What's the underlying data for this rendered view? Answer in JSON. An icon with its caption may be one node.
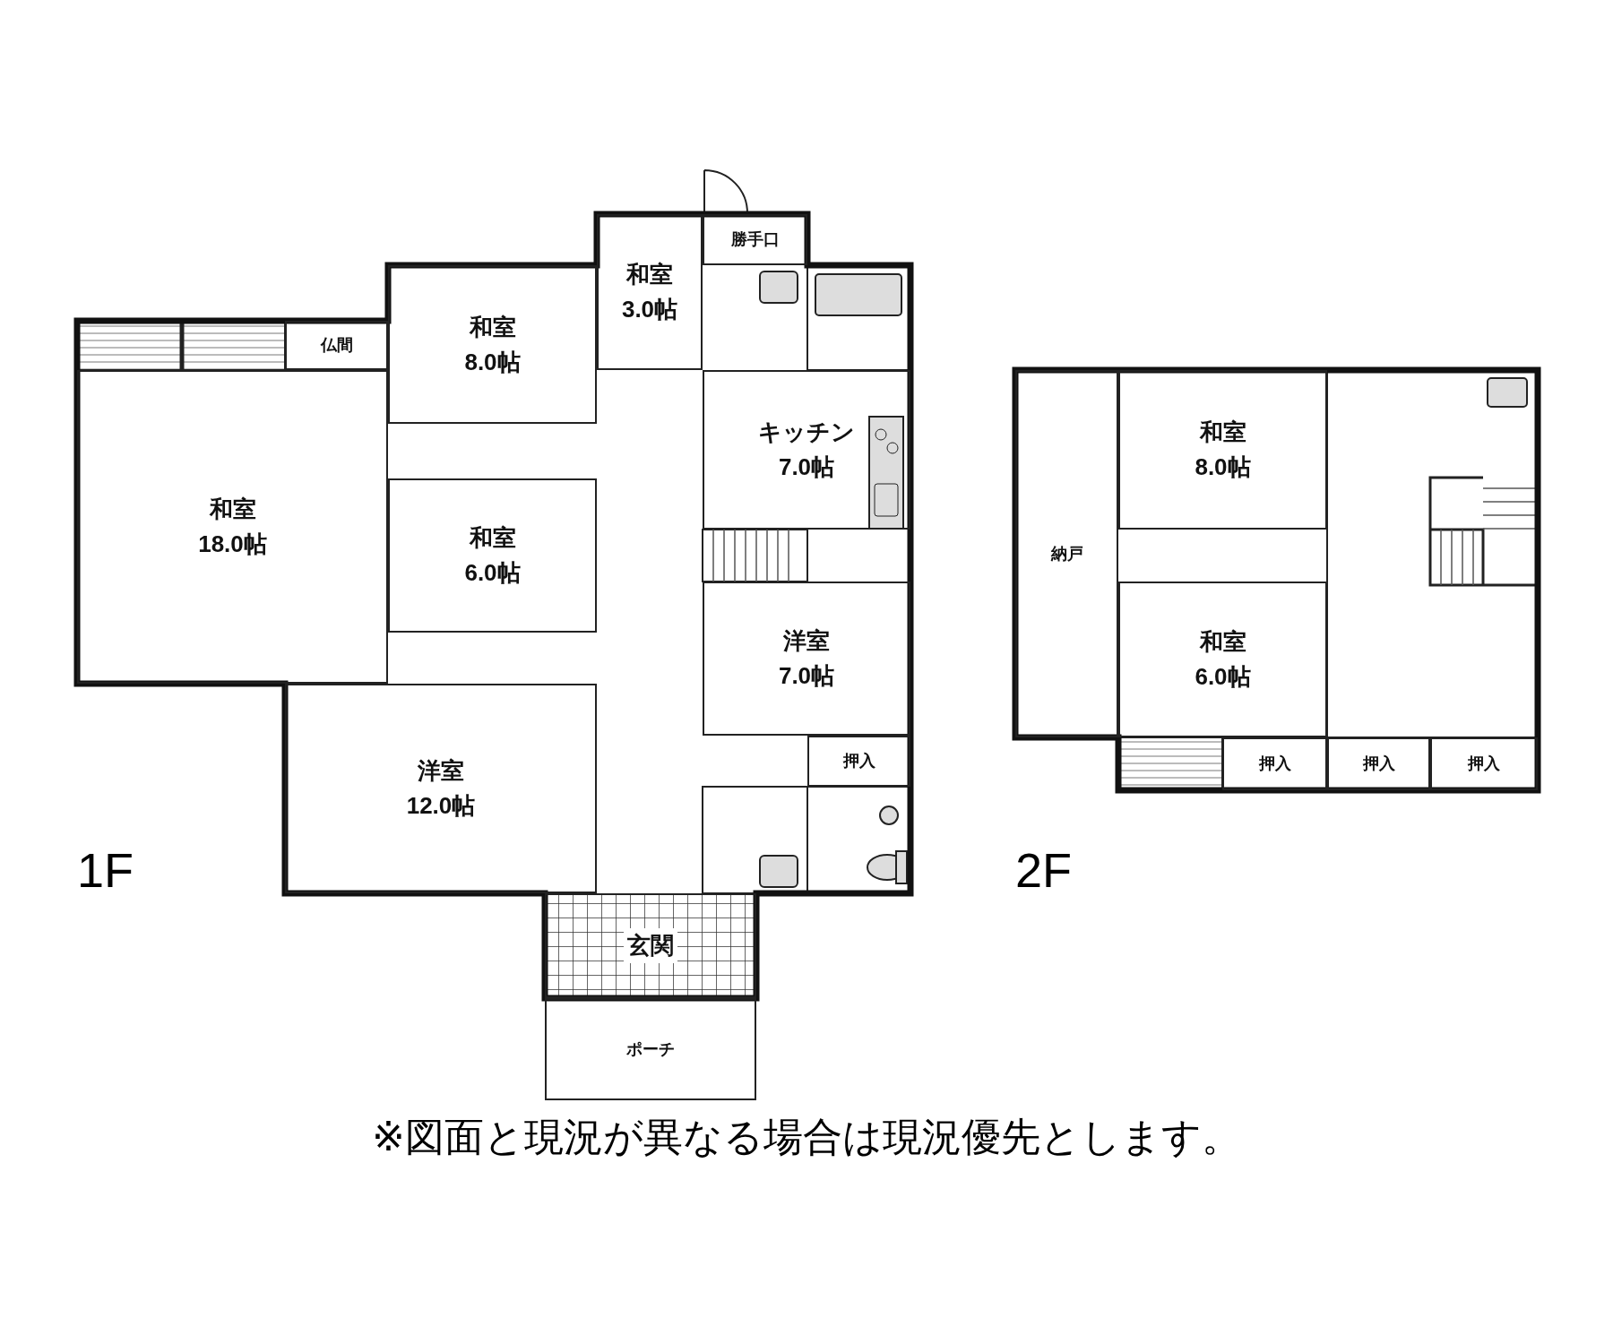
{
  "diagram": {
    "caption": "※図面と現況が異なる場合は現況優先とします。",
    "nodes": [
      {
        "text": [
          "勝手口"
        ]
      },
      {
        "text": [
          "和室",
          "3.0帖"
        ]
      },
      {
        "text": [
          "仏間"
        ]
      },
      {
        "text": [
          "和室",
          "8.0帖"
        ]
      },
      {
        "text": [
          "和室",
          "18.0帖"
        ]
      },
      {
        "text": [
          "キッチン",
          "7.0帖"
        ]
      },
      {
        "text": [
          "和室",
          "6.0帖"
        ]
      },
      {
        "text": [
          "洋室",
          "7.0帖"
        ]
      },
      {
        "text": [
          "押入"
        ]
      },
      {
        "text": [
          "洋室",
          "12.0帖"
        ]
      },
      {
        "text": [
          "玄関"
        ]
      },
      {
        "text": [
          "ポーチ"
        ]
      },
      {
        "text": [
          "納戸"
        ]
      },
      {
        "text": [
          "和室",
          "8.0帖"
        ]
      },
      {
        "text": [
          "和室",
          "6.0帖"
        ]
      },
      {
        "text": [
          "押入"
        ]
      },
      {
        "text": [
          "押入"
        ]
      },
      {
        "text": [
          "押入"
        ]
      }
    ],
    "labels": [
      "1F",
      "2F"
    ]
  }
}
